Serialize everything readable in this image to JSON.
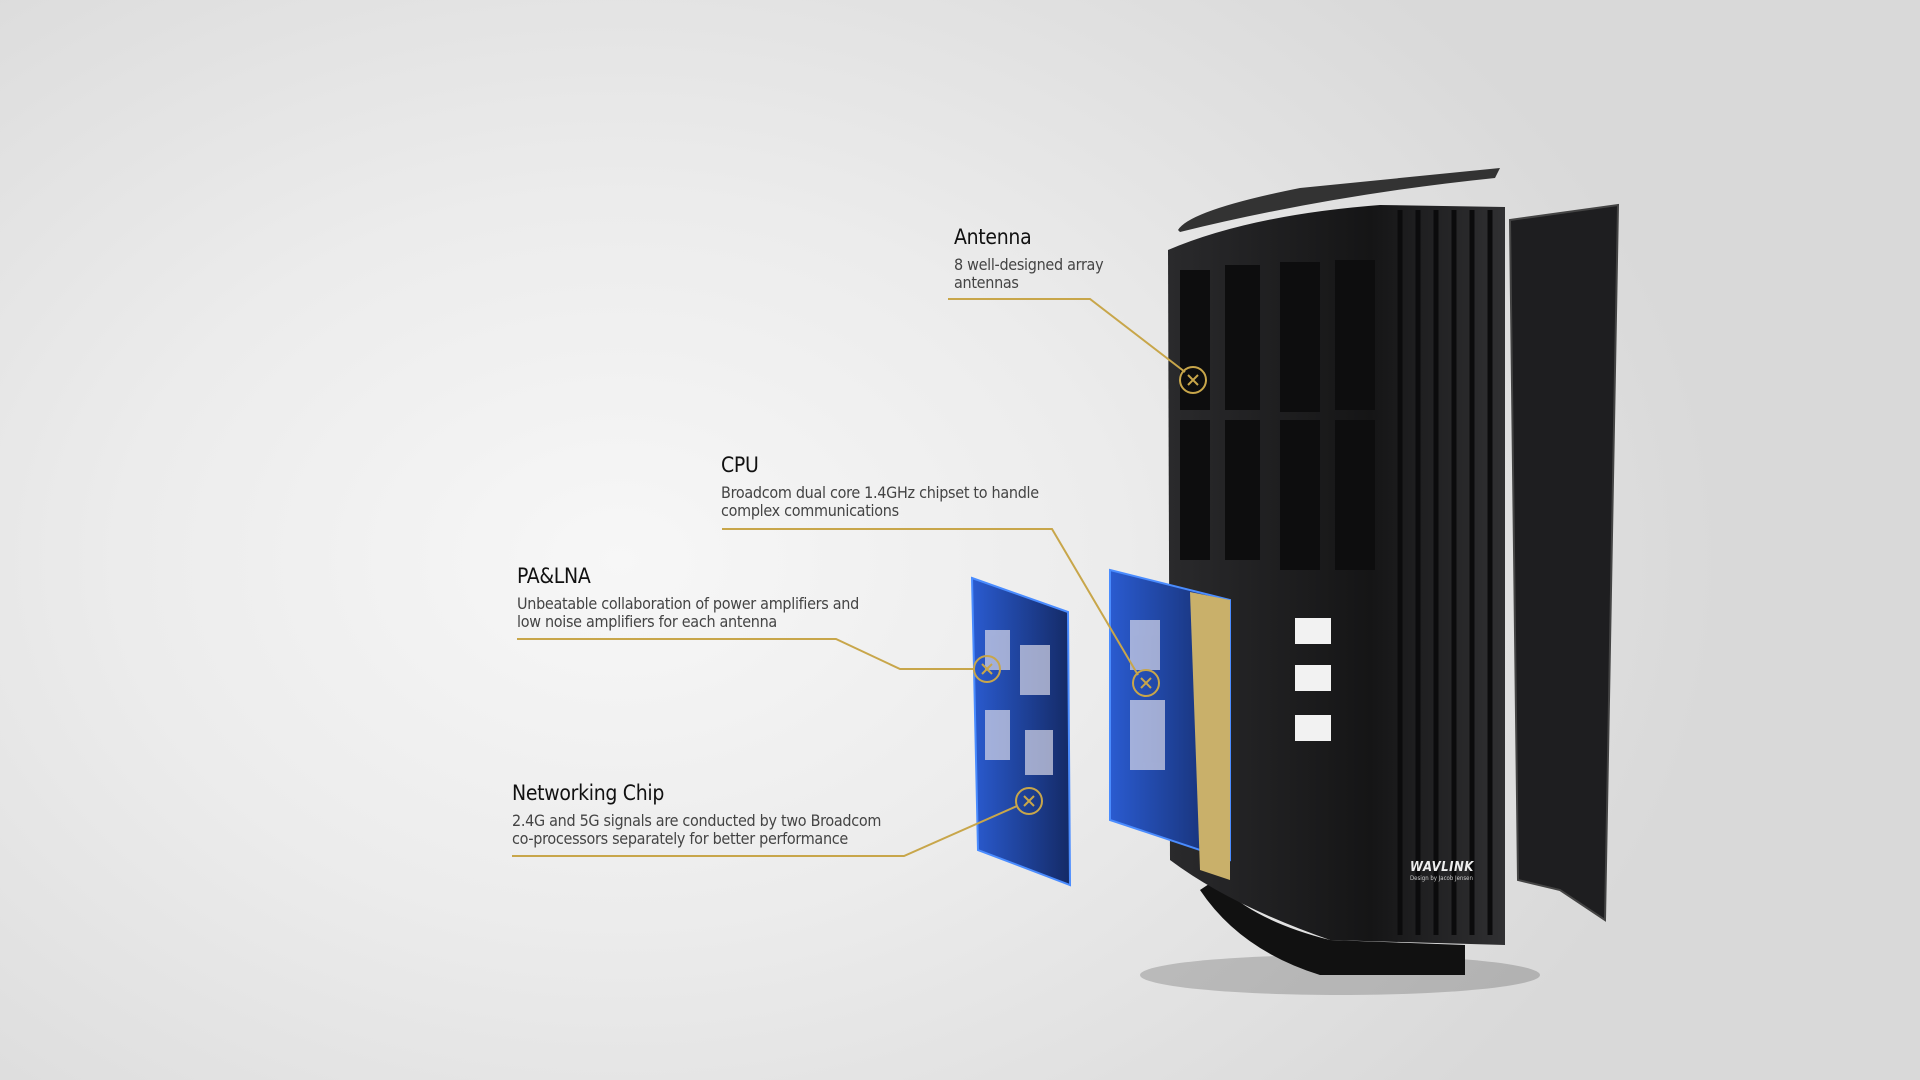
{
  "callouts": [
    {
      "title": "Antenna",
      "desc": [
        "8 well-designed array",
        "antennas"
      ]
    },
    {
      "title": "CPU",
      "desc": [
        "Broadcom dual core 1.4GHz chipset to handle",
        "complex communications"
      ]
    },
    {
      "title": "PA&LNA",
      "desc": [
        "Unbeatable collaboration of power amplifiers and",
        "low noise amplifiers for each antenna"
      ]
    },
    {
      "title": "Networking Chip",
      "desc": [
        "2.4G and 5G signals are conducted by two Broadcom",
        "co-processors separately for better performance"
      ]
    }
  ],
  "brand": {
    "logo": "WAVLINK",
    "tagline": "Design by Jacob Jensen"
  },
  "colors": {
    "accent": "#c8a64a",
    "device": "#1c1c1e",
    "board": "#1f3f8f"
  }
}
